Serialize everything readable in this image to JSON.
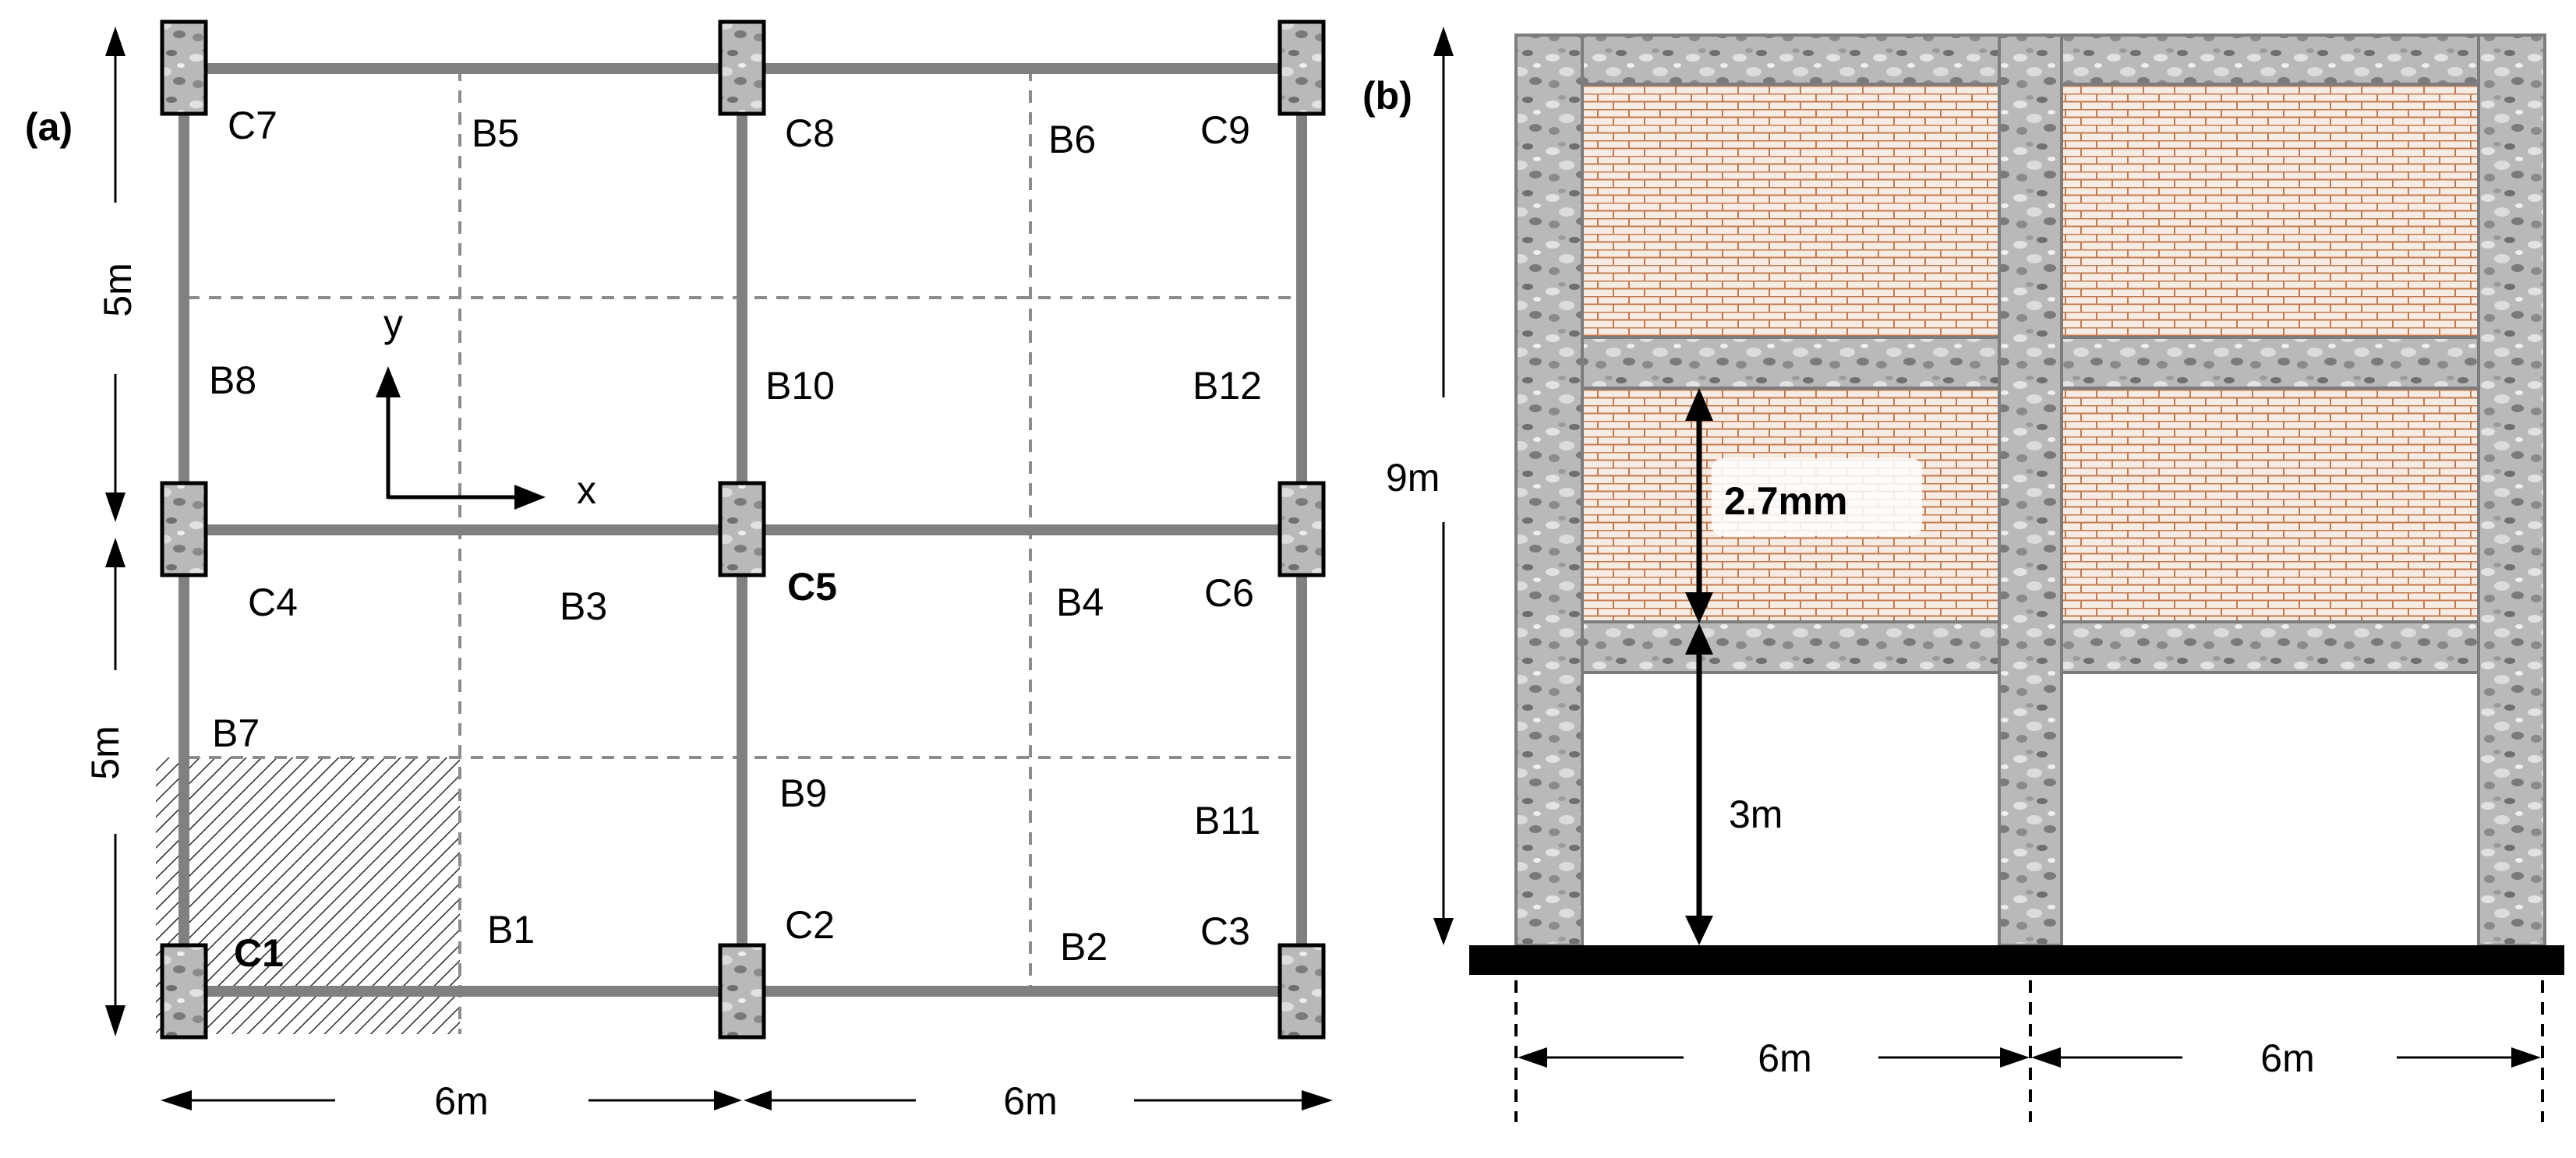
{
  "panel_a": {
    "label": "(a)",
    "columns": [
      "C7",
      "C8",
      "C9",
      "C4",
      "C5",
      "C6",
      "C1",
      "C2",
      "C3"
    ],
    "beams": [
      "B5",
      "B6",
      "B8",
      "B10",
      "B12",
      "B3",
      "B4",
      "B7",
      "B9",
      "B11",
      "B1",
      "B2"
    ],
    "axis_y": "y",
    "axis_x": "x",
    "dim_top_5m": "5m",
    "dim_bottom_5m": "5m",
    "dim_left_6m": "6m",
    "dim_right_6m": "6m"
  },
  "panel_b": {
    "label": "(b)",
    "dim_height": "9m",
    "dim_storey_infill": "2.7mm",
    "dim_ground": "3m",
    "dim_bay_left": "6m",
    "dim_bay_right": "6m"
  },
  "colors": {
    "frame_line": "#808080",
    "dashed_line": "#8c8c8c",
    "brick_fill": "#f6ece4",
    "brick_line": "#c47a4f",
    "concrete_base": "#b9b9b9",
    "ground_bar": "#000000"
  }
}
